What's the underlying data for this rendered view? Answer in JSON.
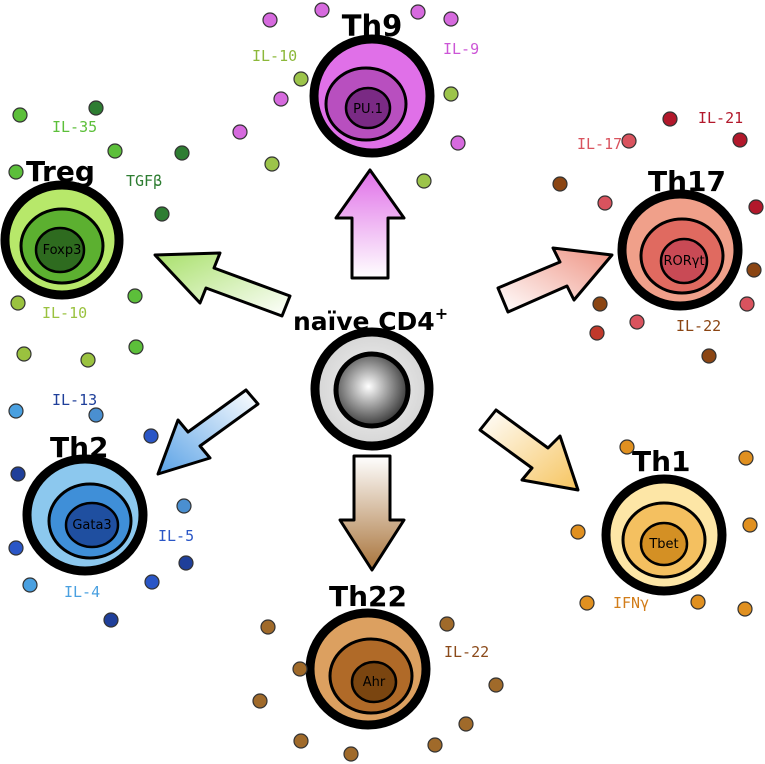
{
  "center": {
    "name": "naïve CD4",
    "superscript": "+"
  },
  "cells": [
    {
      "id": "th9",
      "name": "Th9",
      "tf": "PU.1",
      "colors": {
        "outer": "#e070e8",
        "inner": "#b84fbf",
        "nucleus": "#7a2a84"
      }
    },
    {
      "id": "treg",
      "name": "Treg",
      "tf": "Foxp3",
      "colors": {
        "outer": "#b7e86a",
        "inner": "#5cb030",
        "nucleus": "#2e6b1f"
      }
    },
    {
      "id": "th17",
      "name": "Th17",
      "tf": "RORγt",
      "colors": {
        "outer": "#f0a08a",
        "inner": "#e06a60",
        "nucleus": "#c94a55"
      }
    },
    {
      "id": "th2",
      "name": "Th2",
      "tf": "Gata3",
      "colors": {
        "outer": "#8cc8ee",
        "inner": "#3f8fd8",
        "nucleus": "#1f4fa0"
      }
    },
    {
      "id": "th1",
      "name": "Th1",
      "tf": "Tbet",
      "colors": {
        "outer": "#fde6a6",
        "inner": "#f4c060",
        "nucleus": "#d49024"
      }
    },
    {
      "id": "th22",
      "name": "Th22",
      "tf": "Ahr",
      "colors": {
        "outer": "#dca060",
        "inner": "#b06a28",
        "nucleus": "#7a4510"
      }
    }
  ],
  "cytokines": {
    "th9_il10": {
      "text": "IL-10",
      "color": "#8cb83a"
    },
    "th9_il9": {
      "text": "IL-9",
      "color": "#cc55d6"
    },
    "treg_il35": {
      "text": "IL-35",
      "color": "#5cbf3a"
    },
    "treg_tgfb": {
      "text": "TGFβ",
      "color": "#2e7d32"
    },
    "treg_il10": {
      "text": "IL-10",
      "color": "#9ac23f"
    },
    "th17_il17": {
      "text": "IL-17",
      "color": "#d9535e"
    },
    "th17_il21": {
      "text": "IL-21",
      "color": "#b2182b"
    },
    "th17_il22": {
      "text": "IL-22",
      "color": "#8b4513"
    },
    "th2_il13": {
      "text": "IL-13",
      "color": "#1f3f9a"
    },
    "th2_il5": {
      "text": "IL-5",
      "color": "#2a56c6"
    },
    "th2_il4": {
      "text": "IL-4",
      "color": "#4aa0e0"
    },
    "th1_ifng": {
      "text": "IFNγ",
      "color": "#d27d1a"
    },
    "th22_il22": {
      "text": "IL-22",
      "color": "#8b4a1a"
    }
  },
  "arrow_colors": {
    "th9": "#e070e8",
    "treg": "#a8e06a",
    "th17": "#f0a090",
    "th2": "#6aaee8",
    "th1": "#f7cf70",
    "th22": "#b8844a"
  }
}
